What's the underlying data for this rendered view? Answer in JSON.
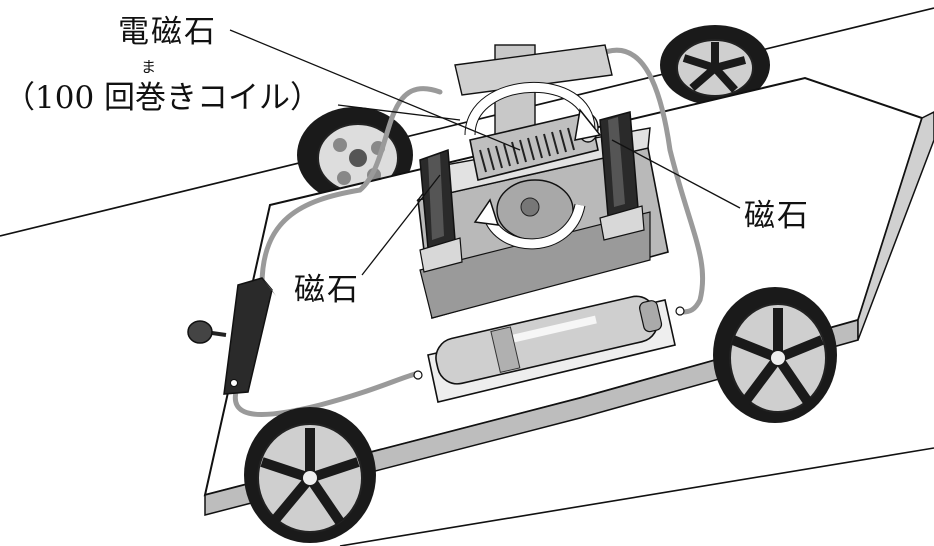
{
  "labels": {
    "electromagnet": "電磁石",
    "coil_note": "（100 回巻きコイル）",
    "furigana": "ま",
    "magnet_right": "磁石",
    "magnet_left": "磁石"
  },
  "icons": [
    "wheel-icon",
    "motor-icon",
    "battery-icon",
    "switch-icon",
    "rotation-arrow-icon"
  ],
  "colors": {
    "line": "#111111",
    "wire": "#9a9a9a",
    "body_fill": "#ffffff",
    "block_light": "#d8d8d8",
    "block_mid": "#b9b9b9",
    "block_dark": "#8f8f8f",
    "magnet": "#2a2a2a",
    "wheel_rim": "#444444",
    "tire": "#1a1a1a"
  }
}
